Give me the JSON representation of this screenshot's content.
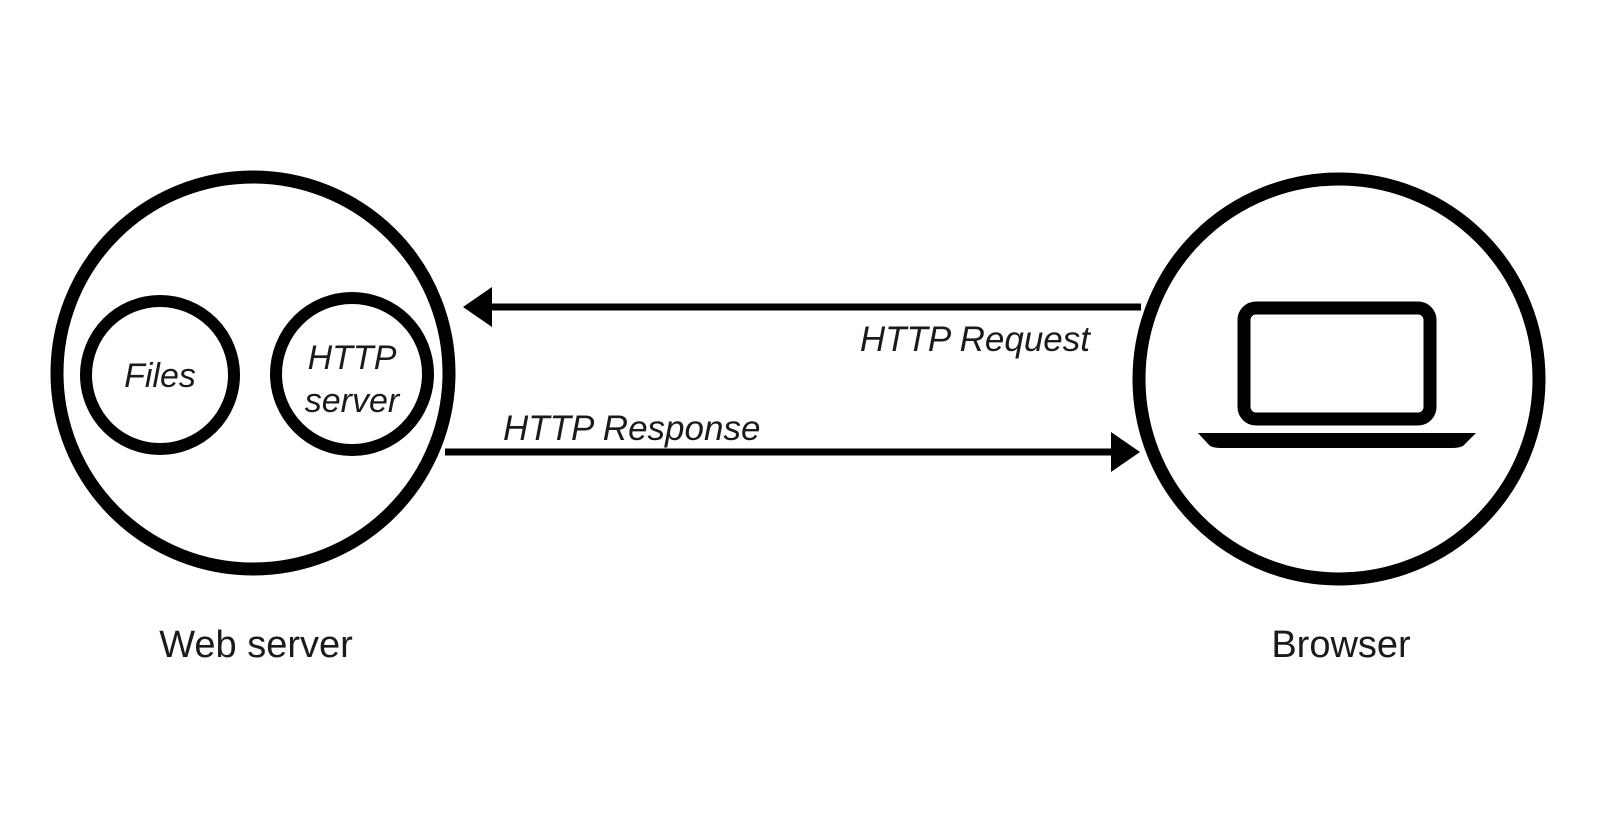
{
  "diagram": {
    "type": "architecture-flow",
    "background_color": "#ffffff",
    "stroke_color": "#000000",
    "text_color": "#1a1a1a",
    "nodes": {
      "web_server": {
        "label": "Web server",
        "components": [
          {
            "label": "Files"
          },
          {
            "label_line1": "HTTP",
            "label_line2": "server"
          }
        ]
      },
      "browser": {
        "label": "Browser",
        "icon": "laptop-icon"
      }
    },
    "arrows": [
      {
        "label": "HTTP Request",
        "from": "browser",
        "to": "web_server",
        "direction": "right-to-left"
      },
      {
        "label": "HTTP Response",
        "from": "web_server",
        "to": "browser",
        "direction": "left-to-right"
      }
    ]
  }
}
